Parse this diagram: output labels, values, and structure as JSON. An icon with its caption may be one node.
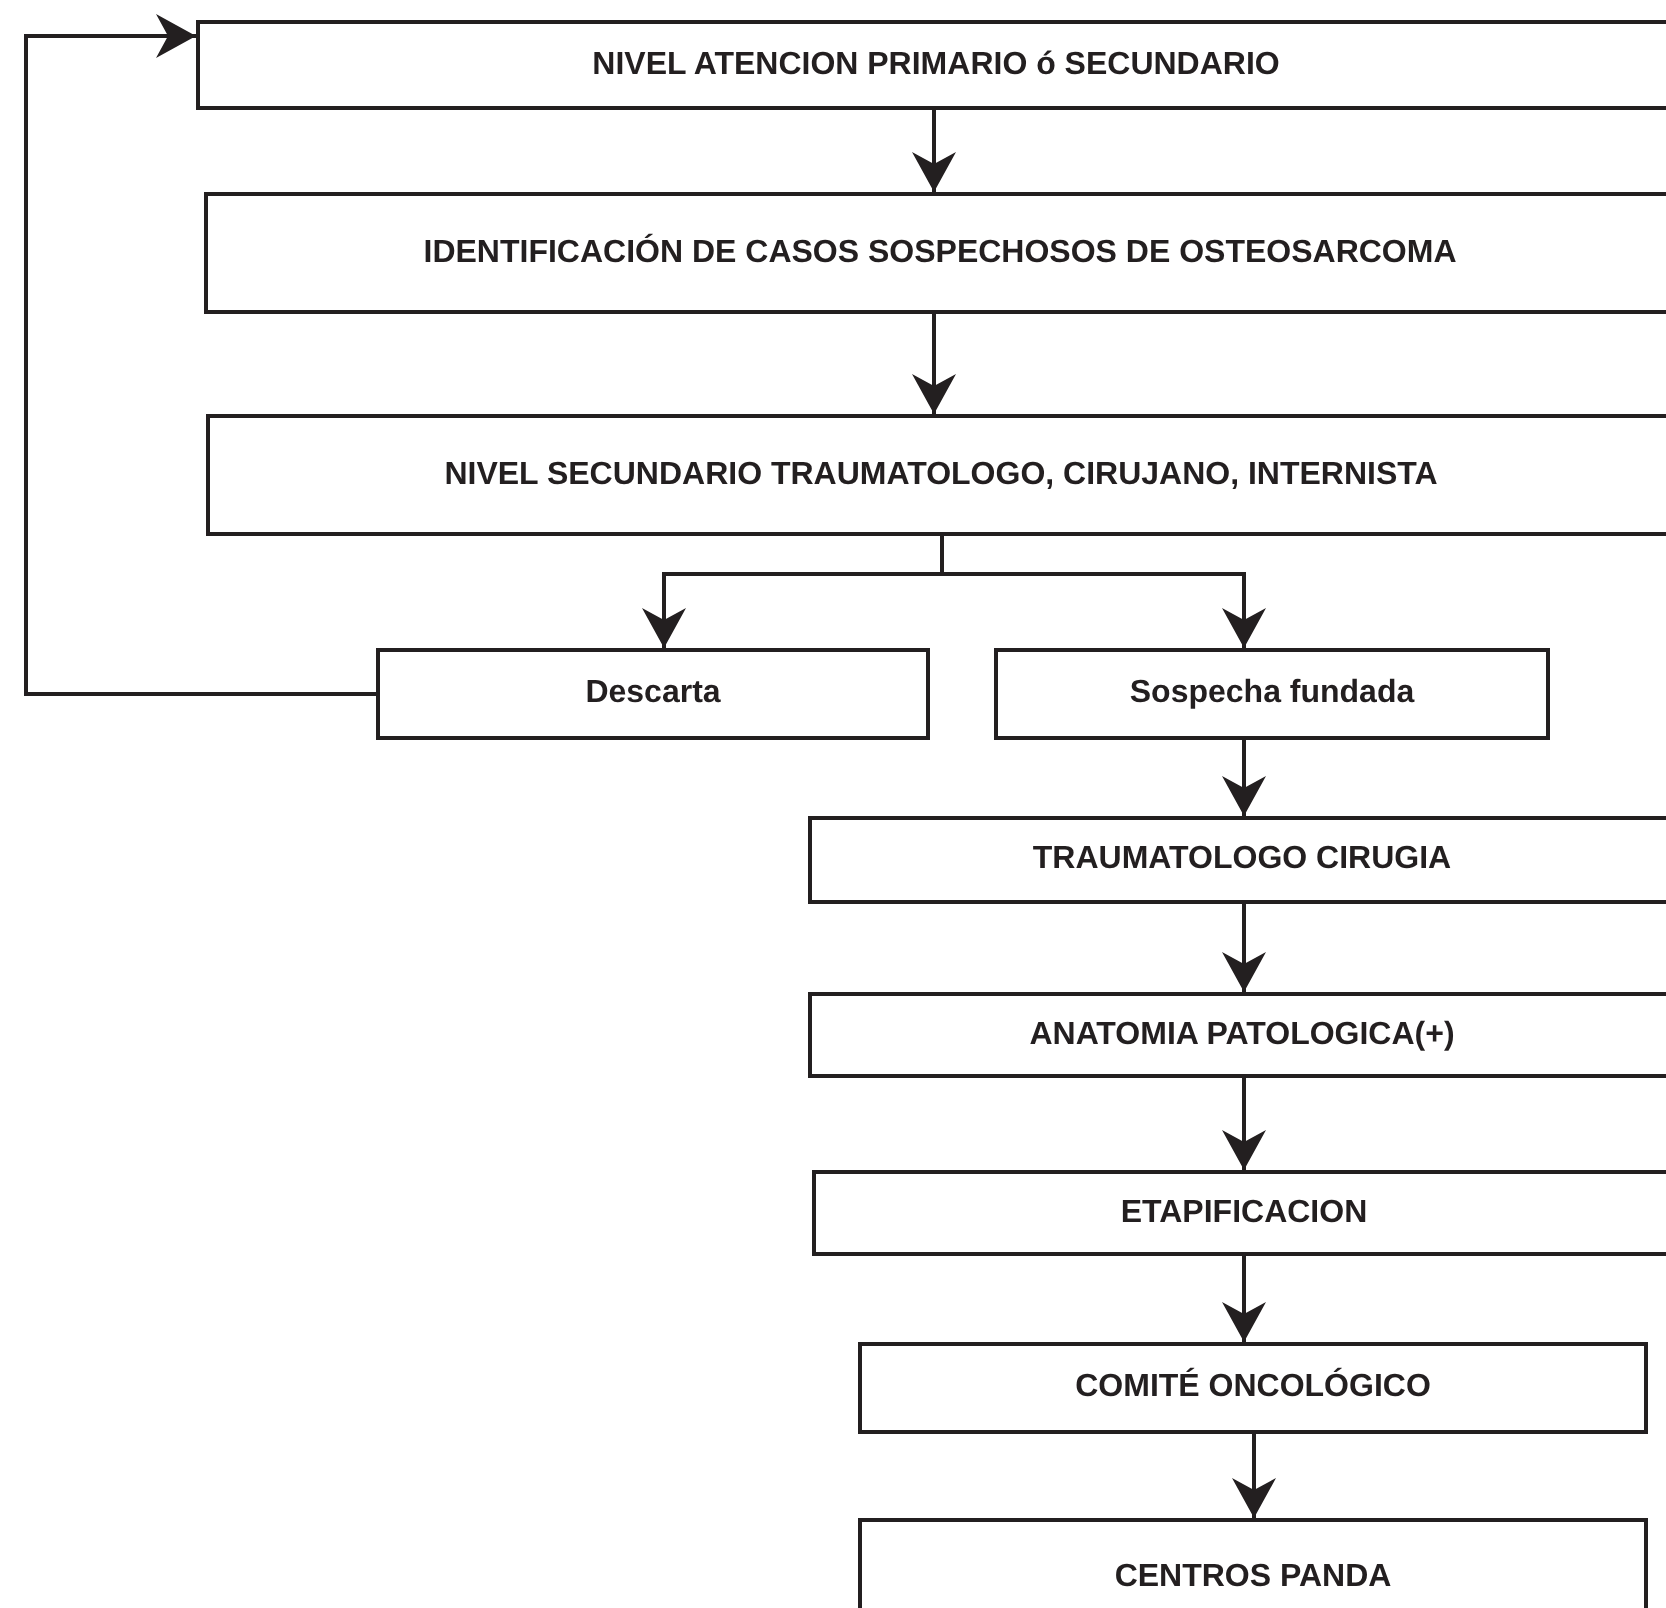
{
  "diagram": {
    "nodes": [
      {
        "text": [
          "NIVEL ATENCION PRIMARIO ó SECUNDARIO"
        ]
      },
      {
        "text": [
          "IDENTIFICACIÓN DE CASOS SOSPECHOSOS DE OSTEOSARCOMA"
        ]
      },
      {
        "text": [
          "NIVEL SECUNDARIO TRAUMATOLOGO, CIRUJANO, INTERNISTA"
        ]
      },
      {
        "text": [
          "Descarta"
        ]
      },
      {
        "text": [
          "Sospecha fundada"
        ]
      },
      {
        "text": [
          "TRAUMATOLOGO CIRUGIA"
        ]
      },
      {
        "text": [
          "ANATOMIA PATOLOGICA(+)"
        ]
      },
      {
        "text": [
          "ETAPIFICACION"
        ]
      },
      {
        "text": [
          "COMITÉ ONCOLÓGICO"
        ]
      },
      {
        "text": [
          "CENTROS PANDA"
        ]
      }
    ],
    "edges": [
      {
        "from": 0,
        "to": 1,
        "arrow": "to"
      },
      {
        "from": 1,
        "to": 2,
        "arrow": "to"
      },
      {
        "from": 2,
        "to": 3,
        "arrow": "to"
      },
      {
        "from": 2,
        "to": 4,
        "arrow": "to"
      },
      {
        "from": 3,
        "to": 0,
        "arrow": "to"
      },
      {
        "from": 4,
        "to": 5,
        "arrow": "to"
      },
      {
        "from": 5,
        "to": 6,
        "arrow": "to"
      },
      {
        "from": 6,
        "to": 7,
        "arrow": "to"
      },
      {
        "from": 7,
        "to": 8,
        "arrow": "to"
      },
      {
        "from": 8,
        "to": 9,
        "arrow": "to"
      }
    ]
  }
}
